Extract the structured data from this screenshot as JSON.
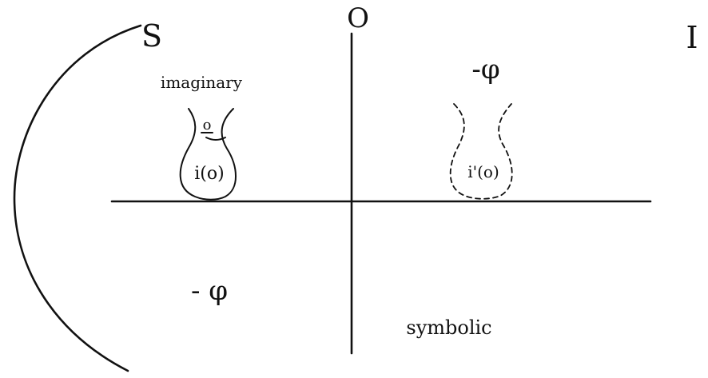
{
  "diagram": {
    "labels": {
      "top_axis": "O",
      "left_curve": "S",
      "top_right": "I",
      "upper_left": "imaginary",
      "upper_right": "-φ",
      "lower_left": "- φ",
      "lower_right": "symbolic"
    },
    "left_vase": {
      "top_label": "o",
      "inner_label": "i(o)"
    },
    "right_vase": {
      "inner_label": "i'(o)"
    },
    "colors": {
      "ink": "#111111",
      "background": "#ffffff"
    }
  }
}
